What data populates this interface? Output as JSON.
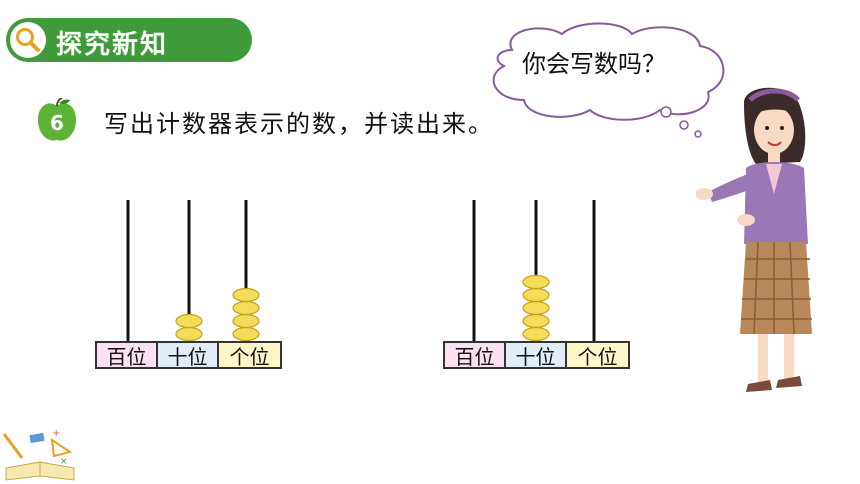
{
  "header": {
    "title": "探究新知",
    "icon": "search-icon"
  },
  "problem": {
    "number": "6",
    "text": "写出计数器表示的数，并读出来。"
  },
  "speech": {
    "text": "你会写数吗？"
  },
  "abaci": [
    {
      "labels": [
        "百位",
        "十位",
        "个位"
      ],
      "beads": [
        0,
        2,
        4
      ]
    },
    {
      "labels": [
        "百位",
        "十位",
        "个位"
      ],
      "beads": [
        0,
        5,
        0
      ]
    }
  ],
  "colors": {
    "banner": "#3f9b3a",
    "bead": "#f3dc59",
    "hundreds": "#fbe1f2",
    "tens": "#e1edf8",
    "ones": "#fdf6c8"
  }
}
